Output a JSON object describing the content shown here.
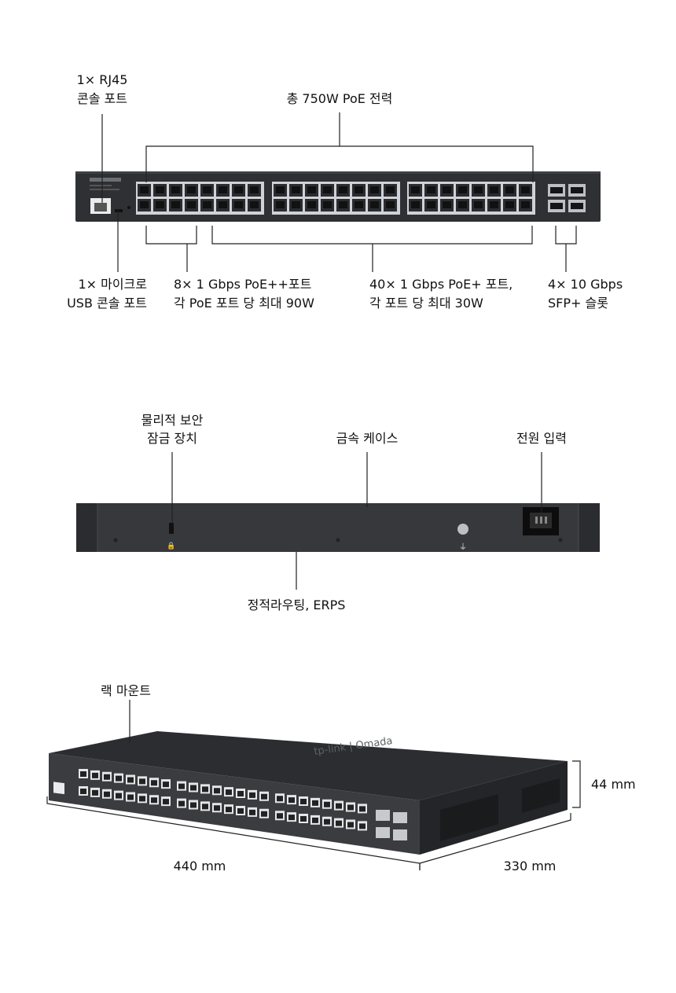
{
  "front": {
    "console_rj45": [
      "1× RJ45",
      "콘솔 포트"
    ],
    "total_poe": "총 750W PoE 전력",
    "micro_usb": [
      "1× 마이크로",
      "USB 콘솔 포트"
    ],
    "poe_pp_ports": [
      "8× 1 Gbps PoE++포트",
      "각 PoE 포트 당 최대 90W"
    ],
    "poe_p_ports": [
      "40× 1 Gbps PoE+ 포트,",
      "각 포트 당 최대 30W"
    ],
    "sfp_slots": [
      "4× 10 Gbps",
      "SFP+ 슬롯"
    ]
  },
  "back": {
    "security_lock": [
      "물리적 보안",
      "잠금 장치"
    ],
    "metal_case": "금속 케이스",
    "power_input": "전원 입력",
    "routing": "정적라우팅, ERPS"
  },
  "iso": {
    "rack_mount": "랙 마운트",
    "height": "44 mm",
    "width": "440 mm",
    "depth": "330 mm"
  },
  "colors": {
    "body": "#2e3033",
    "body_dark": "#1f2124",
    "port": "#e9ebee",
    "line": "#222222"
  }
}
